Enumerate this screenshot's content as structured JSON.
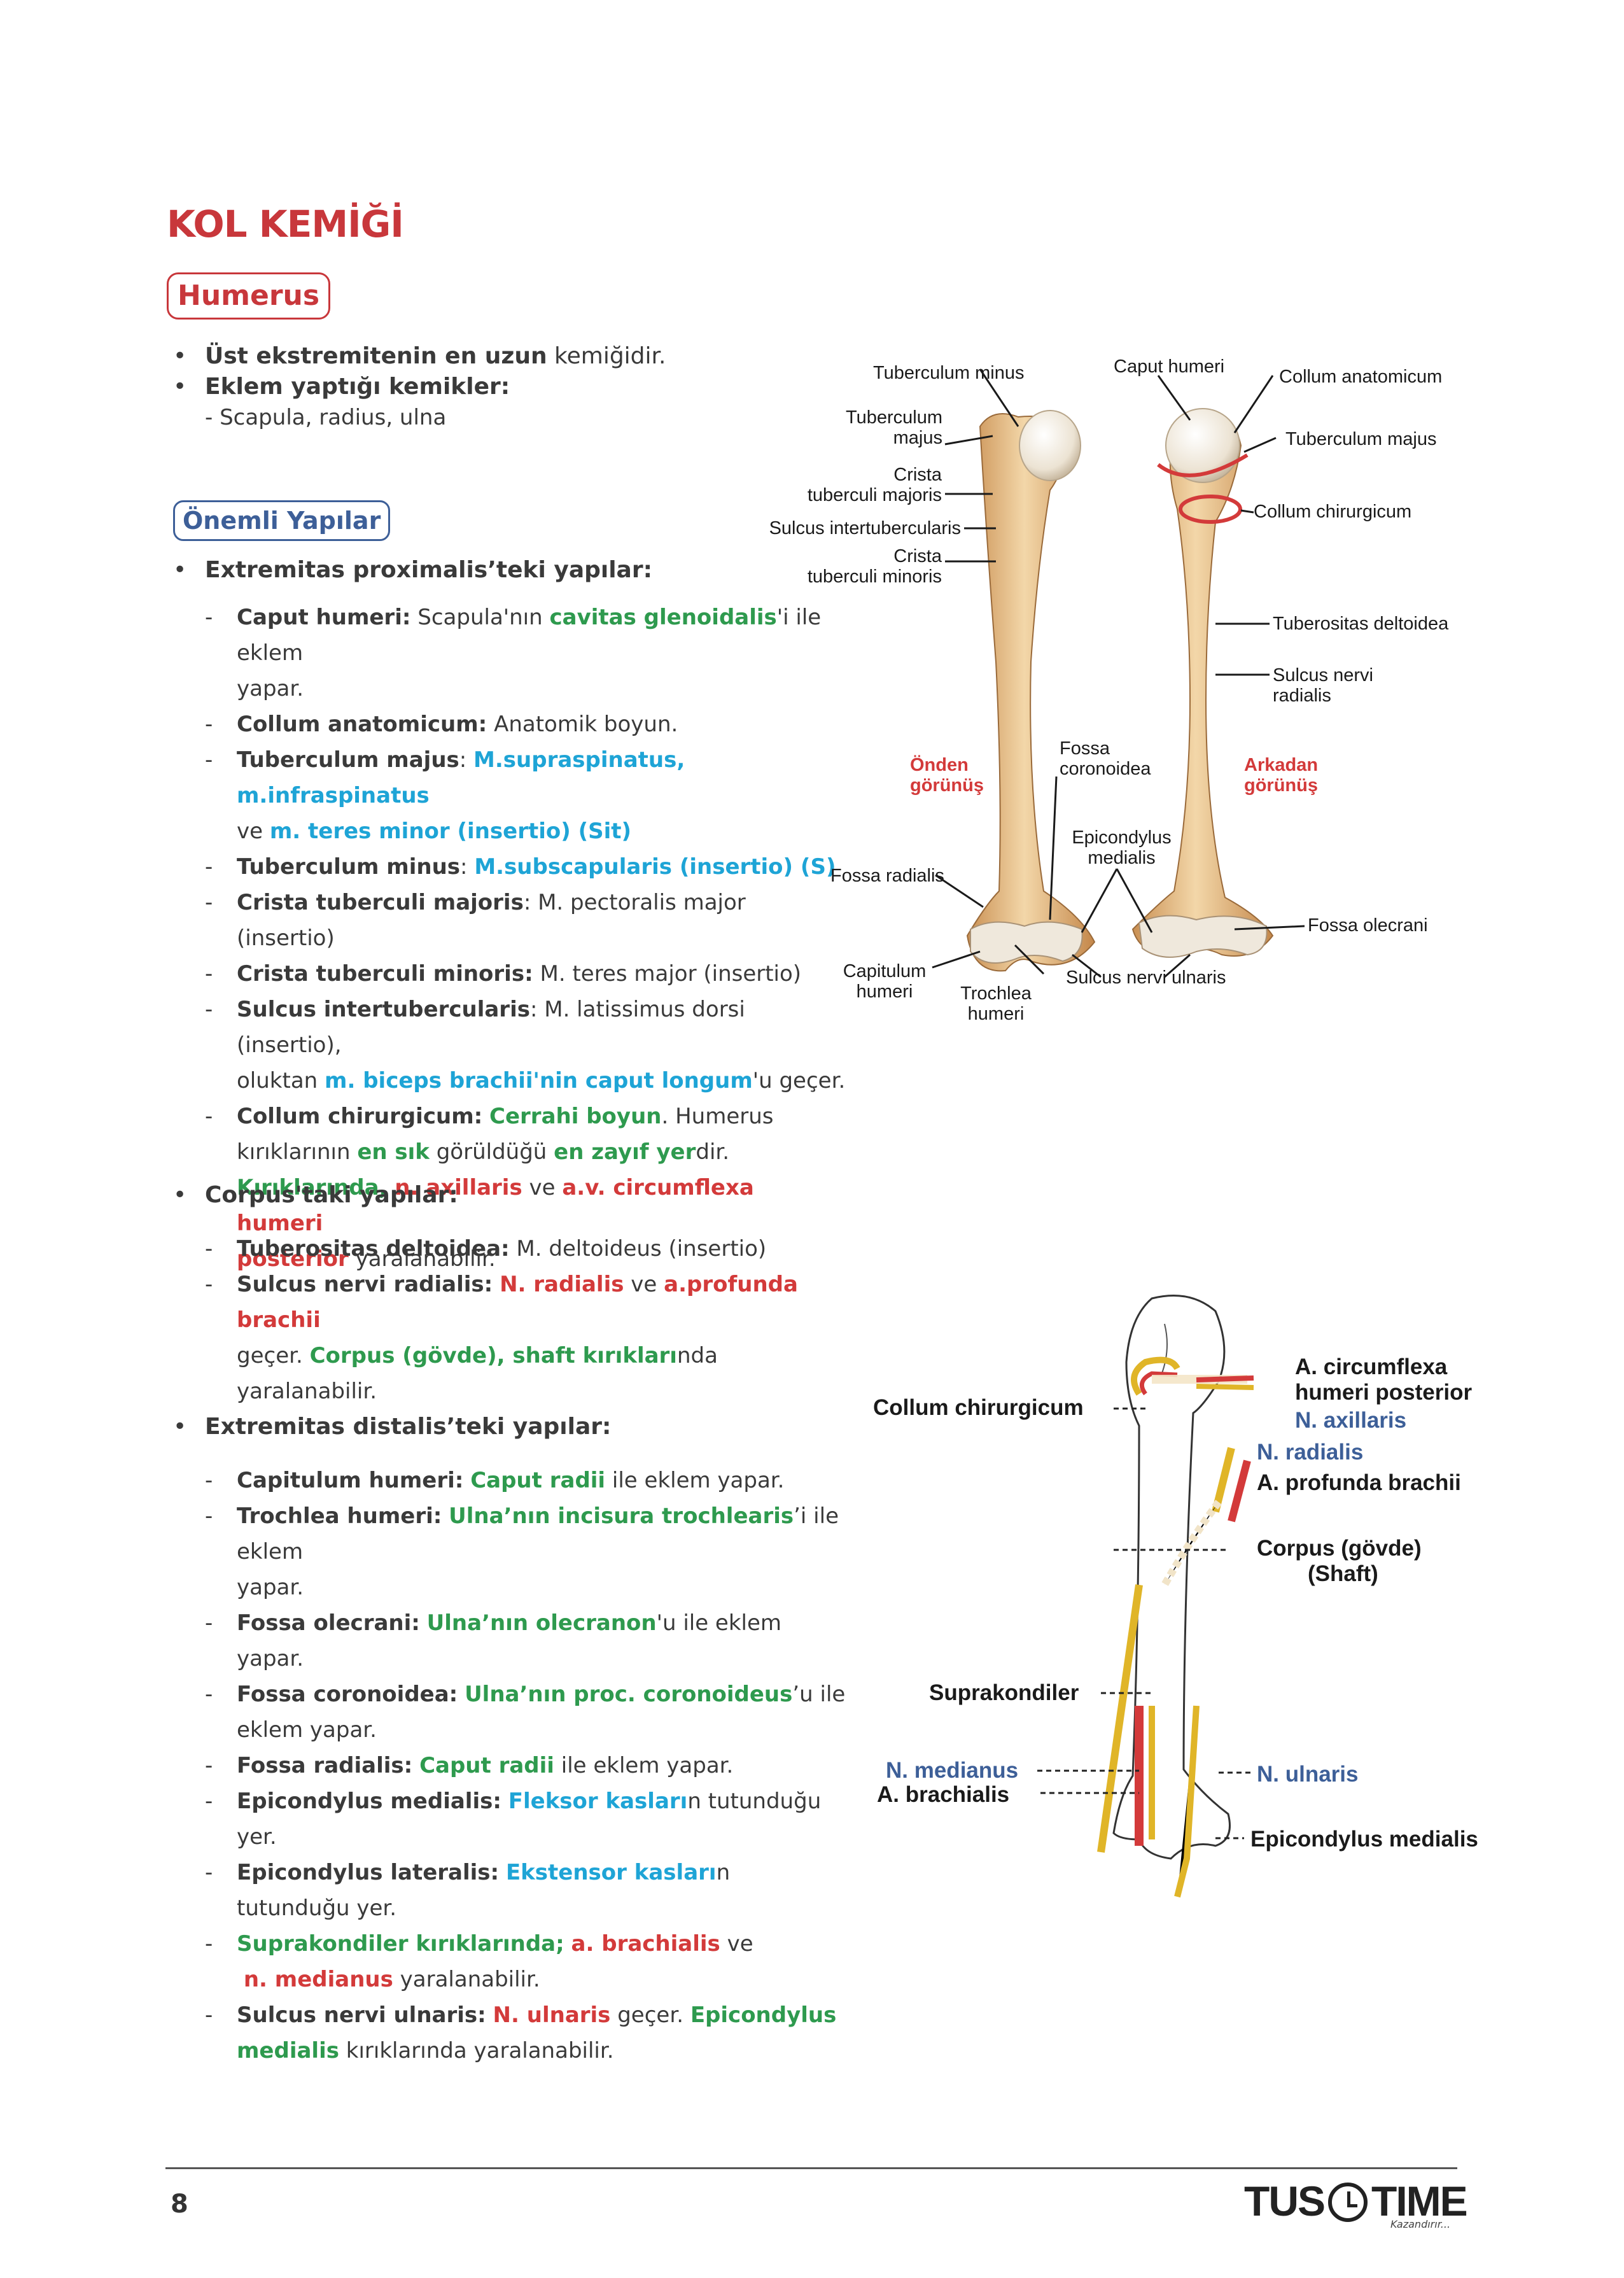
{
  "page": {
    "title": "KOL KEMİĞİ",
    "section_label": "Humerus",
    "subsection_label": "Önemli Yapılar",
    "page_number": "8",
    "logo_left": "TUS",
    "logo_right": "TIME",
    "logo_tagline": "Kazandırır..."
  },
  "intro": {
    "b1_bold": "Üst ekstremitenin en uzun",
    "b1_rest": " kemiğidir.",
    "b2_bold": "Eklem yaptığı kemikler:",
    "b2_sub": "- Scapula, radius, ulna"
  },
  "proximal": {
    "header": "Extremitas proximalis’teki yapılar:",
    "l1_name": "Caput humeri:",
    "l1_t1": " Scapula'nın ",
    "l1_g1": "cavitas glenoidalis",
    "l1_t2": "'i ile eklem",
    "l1_t3": "yapar.",
    "l2_name": "Collum anatomicum:",
    "l2_t1": " Anatomik boyun.",
    "l3_name": "Tuberculum majus",
    "l3_t1": ": ",
    "l3_c1": "M.supraspinatus, m.infraspinatus",
    "l3_t2": "ve ",
    "l3_c2": "m. teres minor (insertio) (Sit)",
    "l4_name": "Tuberculum minus",
    "l4_t1": ": ",
    "l4_c1": "M.subscapularis  (insertio) (S)",
    "l5_name": "Crista tuberculi majoris",
    "l5_t1": ": M. pectoralis major (insertio)",
    "l6_name": "Crista tuberculi minoris:",
    "l6_t1": " M. teres major (insertio)",
    "l7_name": "Sulcus intertubercularis",
    "l7_t1": ": M. latissimus dorsi (insertio),",
    "l7_t2": "oluktan ",
    "l7_c1": "m. biceps brachii'nin caput longum",
    "l7_t3": "'u geçer.",
    "l8_name": "Collum chirurgicum:",
    "l8_t1": " ",
    "l8_g1": "Cerrahi boyun",
    "l8_t2": ". Humerus",
    "l8_t3": "kırıklarının ",
    "l8_g2": "en sık",
    "l8_t4": " görüldüğü ",
    "l8_g3": "en zayıf yer",
    "l8_t5": "dir.",
    "l8_g4": "Kırıklarında, ",
    "l8_r1": "n. axillaris",
    "l8_t6": " ve ",
    "l8_r2": "a.v. circumflexa humeri",
    "l8_r3": "posterior",
    "l8_t7": "  yaralanabilir."
  },
  "corpus": {
    "header": "Corpus'taki yapılar:",
    "l1_name": "Tuberositas deltoidea:",
    "l1_t1": " M. deltoideus (insertio)",
    "l2_name": "Sulcus nervi radialis:",
    "l2_t1": " ",
    "l2_r1": "N. radialis",
    "l2_t2": " ve ",
    "l2_r2": "a.profunda brachii",
    "l2_t3": "geçer. ",
    "l2_g1": "Corpus (gövde), shaft kırıkları",
    "l2_t4": "nda yaralanabilir."
  },
  "distal": {
    "header": "Extremitas distalis’teki yapılar:",
    "l1_name": "Capitulum humeri:",
    "l1_t1": " ",
    "l1_g1": "Caput radii",
    "l1_t2": " ile eklem yapar.",
    "l2_name": "Trochlea humeri:",
    "l2_t1": " ",
    "l2_g1": "Ulna’nın incisura trochlearis",
    "l2_t2": "’i ile eklem",
    "l2_t3": "yapar.",
    "l3_name": "Fossa olecrani:",
    "l3_t1": " ",
    "l3_g1": "Ulna’nın olecranon",
    "l3_t2": "'u ile eklem yapar.",
    "l4_name": "Fossa coronoidea:",
    "l4_t1": " ",
    "l4_g1": "Ulna’nın proc. coronoideus",
    "l4_t2": "’u ile",
    "l4_t3": "eklem yapar.",
    "l5_name": "Fossa radialis:",
    "l5_t1": " ",
    "l5_g1": "Caput radii",
    "l5_t2": " ile eklem yapar.",
    "l6_name": "Epicondylus medialis:",
    "l6_t1": " ",
    "l6_c1": "Fleksor kasları",
    "l6_t2": "n tutunduğu yer.",
    "l7_name": "Epicondylus lateralis:",
    "l7_t1": " ",
    "l7_c1": "Ekstensor kasları",
    "l7_t2": "n tutunduğu yer.",
    "l8_g1": "Suprakondiler kırıklarında;",
    "l8_t1": " ",
    "l8_r1": "a. brachialis",
    "l8_t2": " ve",
    "l8_r2": "n. medianus",
    "l8_t3": " yaralanabilir.",
    "l9_name": "Sulcus nervi ulnaris:",
    "l9_t1": " ",
    "l9_r1": "N. ulnaris",
    "l9_t2": " geçer. ",
    "l9_g1": "Epicondylus",
    "l9_g2": "medialis",
    "l9_t3": " kırıklarında yaralanabilir."
  },
  "figure1": {
    "tuberculum_minus": "Tuberculum minus",
    "tuberculum_majus_a": "Tuberculum",
    "tuberculum_majus_b": "majus",
    "crista_maj_a": "Crista",
    "crista_maj_b": "tuberculi majoris",
    "sulcus_inter": "Sulcus intertubercularis",
    "crista_min_a": "Crista",
    "crista_min_b": "tuberculi minoris",
    "onden_a": "Önden",
    "onden_b": "görünüş",
    "fossa_cor_a": "Fossa",
    "fossa_cor_b": "coronoidea",
    "epic_med_a": "Epicondylus",
    "epic_med_b": "medialis",
    "fossa_radialis": "Fossa radialis",
    "capitulum_a": "Capitulum",
    "capitulum_b": "humeri",
    "trochlea_a": "Trochlea",
    "trochlea_b": "humeri",
    "caput_humeri": "Caput humeri",
    "collum_anat": "Collum anatomicum",
    "tub_majus_post": "Tuberculum majus",
    "collum_chir": "Collum chirurgicum",
    "tub_deltoidea": "Tuberositas deltoidea",
    "sulcus_rad_a": "Sulcus nervi",
    "sulcus_rad_b": "radialis",
    "arkadan_a": "Arkadan",
    "arkadan_b": "görünüş",
    "fossa_olecrani": "Fossa olecrani",
    "sulcus_ulnaris": "Sulcus nervi ulnaris"
  },
  "figure2": {
    "collum_chir": "Collum chirurgicum",
    "a_circ_a": "A. circumflexa",
    "a_circ_b": "humeri posterior",
    "n_axillaris": "N. axillaris",
    "n_radialis": "N. radialis",
    "a_profunda": "A. profunda brachii",
    "corpus_a": "Corpus (gövde)",
    "corpus_b": "(Shaft)",
    "suprakondiler": "Suprakondiler",
    "n_medianus": "N. medianus",
    "a_brachialis": "A. brachialis",
    "n_ulnaris": "N. ulnaris",
    "epic_medialis": "Epicondylus medialis"
  },
  "colors": {
    "title_red": "#c8373b",
    "green": "#2e9a4e",
    "red": "#d33a3a",
    "cyan": "#1ea4d6",
    "label_blue": "#3d5f98"
  }
}
